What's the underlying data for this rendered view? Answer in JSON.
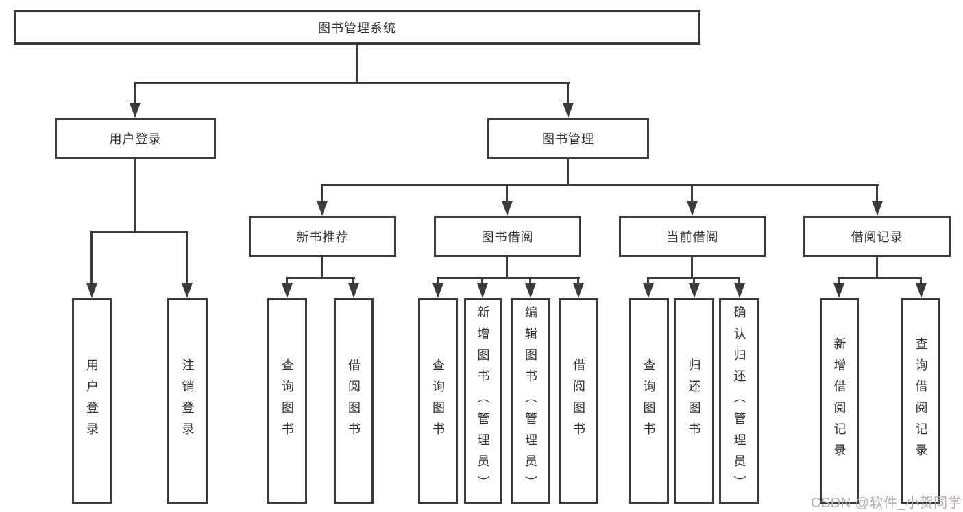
{
  "colors": {
    "line": "#3a3a3a",
    "border": "#3a3a3a",
    "text": "#2f2f2f",
    "background": "#ffffff",
    "watermark": "#b9abab"
  },
  "watermark": "CSDN @软件_小贺同学",
  "tree": {
    "root": "图书管理系统",
    "branches": [
      {
        "label": "用户登录",
        "children": [
          "用户登录",
          "注销登录"
        ]
      },
      {
        "label": "图书管理",
        "groups": [
          {
            "label": "新书推荐",
            "children": [
              "查询图书",
              "借阅图书"
            ]
          },
          {
            "label": "图书借阅",
            "children": [
              "查询图书",
              "新增图书（管理员）",
              "编辑图书（管理员）",
              "借阅图书"
            ]
          },
          {
            "label": "当前借阅",
            "children": [
              "查询图书",
              "归还图书",
              "确认归还（管理员）"
            ]
          },
          {
            "label": "借阅记录",
            "children": [
              "新增借阅记录",
              "查询借阅记录"
            ]
          }
        ]
      }
    ]
  }
}
